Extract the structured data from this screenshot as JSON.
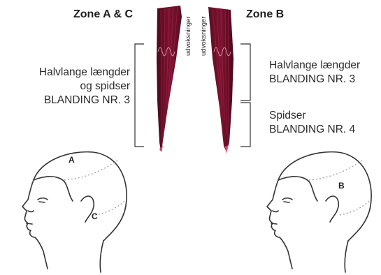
{
  "zones": {
    "left_title": "Zone A & C",
    "right_title": "Zone B"
  },
  "strand_labels": {
    "left": "udvoksninger",
    "right": "udvoksninger"
  },
  "left_label": {
    "line1": "Halvlange længder",
    "line2": "og spidser",
    "line3": "BLANDING NR. 3"
  },
  "right_labels": {
    "upper_line1": "Halvlange længder",
    "upper_line2": "BLANDING NR. 3",
    "lower_line1": "Spidser",
    "lower_line2": "BLANDING NR. 4"
  },
  "head_left": {
    "zone_a": "A",
    "zone_c": "C"
  },
  "head_right": {
    "zone_b": "B"
  },
  "colors": {
    "hair_dark": "#5a0f22",
    "hair_mid": "#8a1232",
    "hair_light": "#c23a5a",
    "line": "#333333",
    "dotted": "#9a9a9a"
  }
}
